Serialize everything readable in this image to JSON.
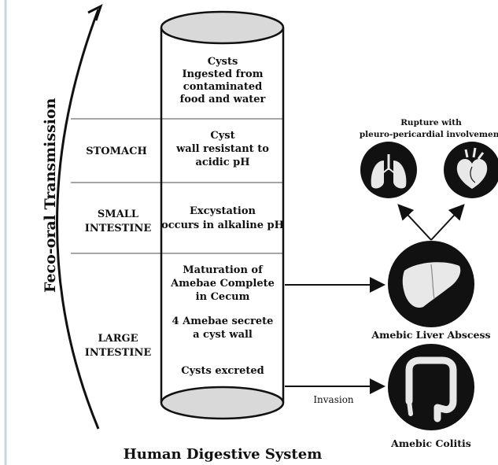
{
  "transmission_label": "Feco-oral Transmission",
  "cylinder": {
    "segments": [
      {
        "region": "",
        "text": [
          "Cysts",
          "Ingested from",
          "contaminated",
          "food and water"
        ]
      },
      {
        "region": "STOMACH",
        "text": [
          "Cyst",
          "wall resistant to",
          "acidic pH"
        ]
      },
      {
        "region_lines": [
          "SMALL",
          "INTESTINE"
        ],
        "text": [
          "Excystation",
          "occurs in alkaline pH"
        ]
      },
      {
        "region_lines": [
          "LARGE",
          "INTESTINE"
        ],
        "text_a": [
          "Maturation of",
          "Amebae Complete",
          "in Cecum"
        ],
        "text_b": [
          "4 Amebae secrete",
          "a cyst wall"
        ],
        "text_c": [
          "Cysts excreted"
        ]
      }
    ],
    "footer": "Human Digestive System"
  },
  "outcomes": {
    "rupture_label": [
      "Rupture with",
      "pleuro-pericardial involvement"
    ],
    "lungs_icon": "lungs-icon",
    "heart_icon": "heart-icon",
    "liver_icon": "liver-icon",
    "colon_icon": "colon-icon",
    "liver_label": "Amebic Liver Abscess",
    "colitis_label": "Amebic Colitis",
    "invasion_label": "Invasion"
  },
  "colors": {
    "ink": "#111111",
    "cylinder_cap": "#d9d9d9",
    "divider": "#888888",
    "circle": "#111111",
    "icon_fill": "#e8e8e8"
  }
}
